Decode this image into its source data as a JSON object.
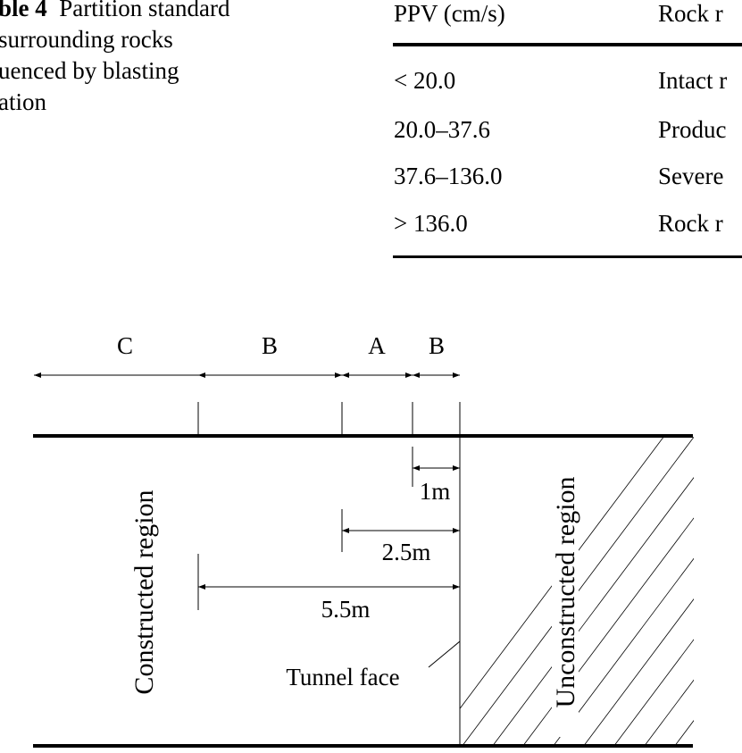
{
  "caption": {
    "label": "ble 4",
    "lines": [
      "Partition standard",
      "surrounding rocks",
      "uenced by blasting",
      "ation"
    ]
  },
  "table": {
    "headers": [
      "PPV (cm/s)",
      "Rock r"
    ],
    "rows": [
      [
        "< 20.0",
        "Intact r"
      ],
      [
        "20.0–37.6",
        "Produc"
      ],
      [
        "37.6–136.0",
        "Severe"
      ],
      [
        "> 136.0",
        "Rock r"
      ]
    ]
  },
  "figure": {
    "zones": [
      "C",
      "B",
      "A",
      "B"
    ],
    "distances": [
      "1m",
      "2.5m",
      "5.5m"
    ],
    "tunnel_face_label": "Tunnel face",
    "constructed_label": "Constructed region",
    "unconstructed_label": "Unconstructed region"
  }
}
